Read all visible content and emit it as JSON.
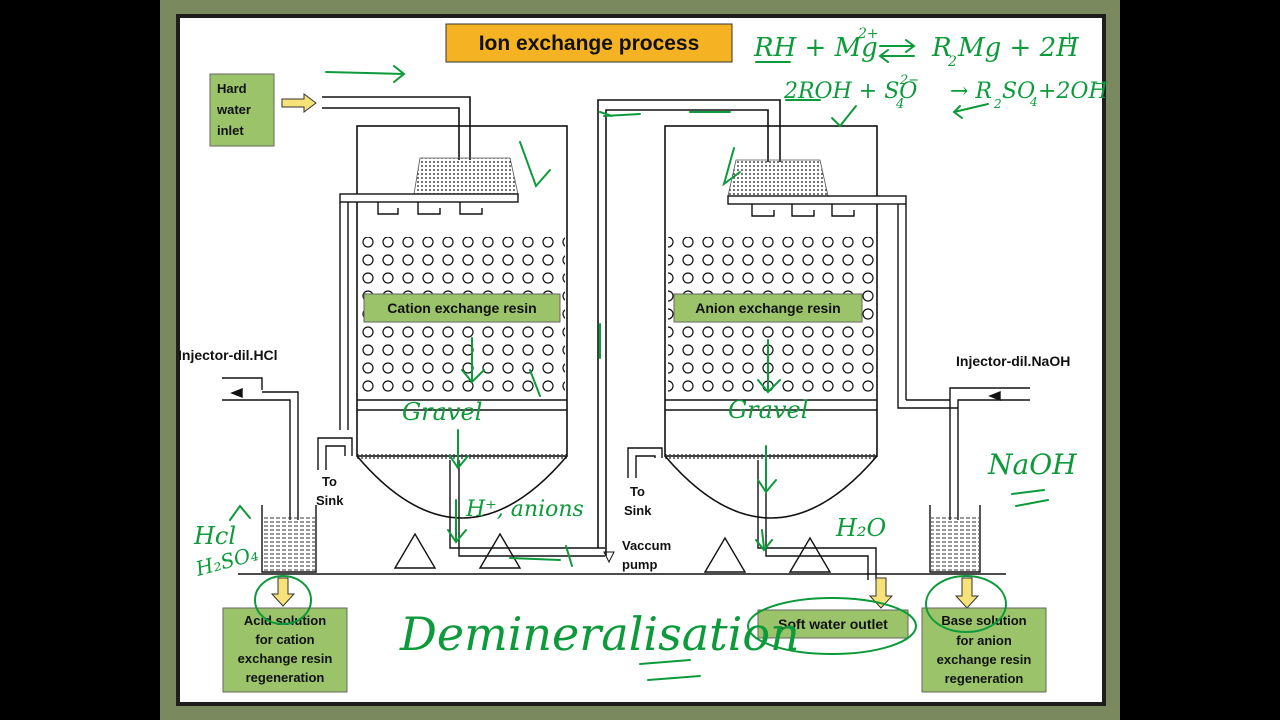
{
  "title": "Ion exchange process",
  "labels": {
    "hard_water_inlet": [
      "Hard",
      "water",
      "inlet"
    ],
    "cation_resin": "Cation exchange resin",
    "anion_resin": "Anion exchange resin",
    "injector_hcl": "Injector-dil.HCl",
    "injector_naoh": "Injector-dil.NaOH",
    "to_sink": [
      "To",
      "Sink"
    ],
    "vacuum_pump": [
      "Vaccum",
      "pump"
    ],
    "acid_solution": [
      "Acid solution",
      "for  cation",
      "exchange resin",
      "regeneration"
    ],
    "soft_water_outlet": "Soft water outlet",
    "base_solution": [
      "Base solution",
      "for  anion",
      "exchange resin",
      "regeneration"
    ]
  },
  "annotations": {
    "eq1_lhs": "RH + Mg",
    "eq1_charge": "2+",
    "eq1_rhs": "R",
    "eq1_sub": "2",
    "eq1_rhs2": "Mg + 2H",
    "eq1_plus": "+",
    "eq2_lhs": "2ROH + SO",
    "eq2_sub": "4",
    "eq2_charge": "2−",
    "eq2_rhs": "→ R",
    "eq2_sub2": "2",
    "eq2_rhs2": "SO",
    "eq2_sub3": "4",
    "eq2_tail": "+2OH",
    "eq2_minus": "−",
    "gravel": "Gravel",
    "h_anions": "H⁺, anions",
    "h2o": "H₂O",
    "hcl": "Hcl",
    "h2so4": "H₂SO₄",
    "naoh": "NaOH",
    "demineralisation": "Demineralisation"
  },
  "colors": {
    "label_fill": "#9bc36a",
    "title_fill": "#f5b324",
    "ink": "#0c9a3a",
    "line": "#111111"
  }
}
